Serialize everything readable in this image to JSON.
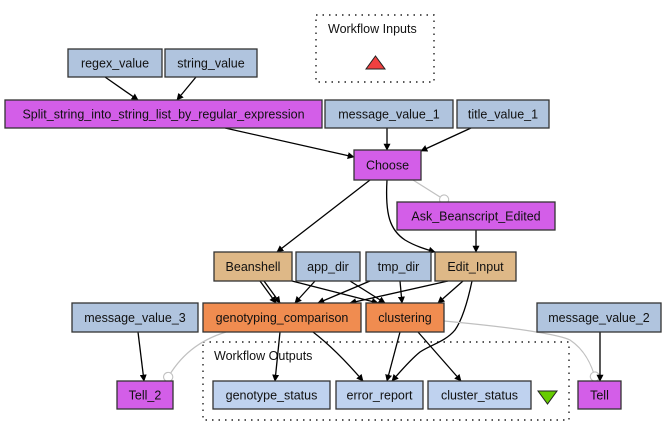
{
  "title": "Workflow diagram",
  "colors": {
    "input_port": "#b0c4de",
    "output_port": "#bfd2ef",
    "interaction": "#d35ee8",
    "beanshell": "#deb887",
    "service": "#f08c50",
    "inputs_marker": "#f04040",
    "outputs_marker": "#66cc00"
  },
  "clusters": {
    "inputs": {
      "label": "Workflow Inputs"
    },
    "outputs": {
      "label": "Workflow Outputs"
    }
  },
  "nodes": [
    {
      "id": "regex_value",
      "label": "regex_value",
      "kind": "input_port"
    },
    {
      "id": "string_value",
      "label": "string_value",
      "kind": "input_port"
    },
    {
      "id": "split",
      "label": "Split_string_into_string_list_by_regular_expression",
      "kind": "interaction"
    },
    {
      "id": "message_value_1",
      "label": "message_value_1",
      "kind": "input_port"
    },
    {
      "id": "title_value_1",
      "label": "title_value_1",
      "kind": "input_port"
    },
    {
      "id": "choose",
      "label": "Choose",
      "kind": "interaction"
    },
    {
      "id": "ask",
      "label": "Ask_Beanscript_Edited",
      "kind": "interaction"
    },
    {
      "id": "beanshell",
      "label": "Beanshell",
      "kind": "beanshell"
    },
    {
      "id": "app_dir",
      "label": "app_dir",
      "kind": "input_port"
    },
    {
      "id": "tmp_dir",
      "label": "tmp_dir",
      "kind": "input_port"
    },
    {
      "id": "edit_input",
      "label": "Edit_Input",
      "kind": "beanshell"
    },
    {
      "id": "message_value_3",
      "label": "message_value_3",
      "kind": "input_port"
    },
    {
      "id": "genotyping",
      "label": "genotyping_comparison",
      "kind": "service"
    },
    {
      "id": "clustering",
      "label": "clustering",
      "kind": "service"
    },
    {
      "id": "message_value_2",
      "label": "message_value_2",
      "kind": "input_port"
    },
    {
      "id": "tell_2",
      "label": "Tell_2",
      "kind": "interaction"
    },
    {
      "id": "genotype_status",
      "label": "genotype_status",
      "kind": "output_port"
    },
    {
      "id": "error_report",
      "label": "error_report",
      "kind": "output_port"
    },
    {
      "id": "cluster_status",
      "label": "cluster_status",
      "kind": "output_port"
    },
    {
      "id": "tell",
      "label": "Tell",
      "kind": "interaction"
    }
  ],
  "edges": [
    {
      "from": "regex_value",
      "to": "split",
      "type": "data"
    },
    {
      "from": "string_value",
      "to": "split",
      "type": "data"
    },
    {
      "from": "split",
      "to": "choose",
      "type": "data"
    },
    {
      "from": "message_value_1",
      "to": "choose",
      "type": "data"
    },
    {
      "from": "title_value_1",
      "to": "choose",
      "type": "data"
    },
    {
      "from": "choose",
      "to": "ask",
      "type": "control"
    },
    {
      "from": "choose",
      "to": "beanshell",
      "type": "data"
    },
    {
      "from": "choose",
      "to": "edit_input",
      "type": "data"
    },
    {
      "from": "ask",
      "to": "edit_input",
      "type": "data"
    },
    {
      "from": "beanshell",
      "to": "genotyping",
      "type": "data"
    },
    {
      "from": "beanshell",
      "to": "genotyping",
      "type": "data"
    },
    {
      "from": "beanshell",
      "to": "clustering",
      "type": "data"
    },
    {
      "from": "app_dir",
      "to": "genotyping",
      "type": "data"
    },
    {
      "from": "app_dir",
      "to": "clustering",
      "type": "data"
    },
    {
      "from": "tmp_dir",
      "to": "genotyping",
      "type": "data"
    },
    {
      "from": "tmp_dir",
      "to": "clustering",
      "type": "data"
    },
    {
      "from": "edit_input",
      "to": "genotyping",
      "type": "data"
    },
    {
      "from": "edit_input",
      "to": "clustering",
      "type": "data"
    },
    {
      "from": "edit_input",
      "to": "error_report",
      "type": "data"
    },
    {
      "from": "message_value_3",
      "to": "tell_2",
      "type": "data"
    },
    {
      "from": "genotyping",
      "to": "tell_2",
      "type": "control"
    },
    {
      "from": "genotyping",
      "to": "genotype_status",
      "type": "data"
    },
    {
      "from": "genotyping",
      "to": "error_report",
      "type": "data"
    },
    {
      "from": "clustering",
      "to": "error_report",
      "type": "data"
    },
    {
      "from": "clustering",
      "to": "cluster_status",
      "type": "data"
    },
    {
      "from": "clustering",
      "to": "tell",
      "type": "control"
    },
    {
      "from": "message_value_2",
      "to": "tell",
      "type": "data"
    }
  ]
}
